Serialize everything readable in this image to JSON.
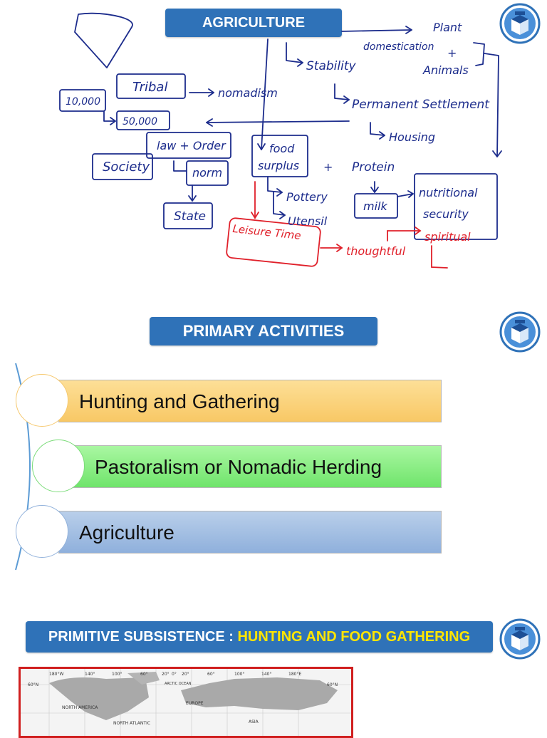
{
  "slide1": {
    "title": "AGRICULTURE",
    "notes": {
      "plant": "Plant",
      "domestication": "domestication",
      "plus1": "+",
      "animals": "Animals",
      "stability": "Stability",
      "permanent_settlement": "Permanent Settlement",
      "housing": "Housing",
      "tribal": "Tribal",
      "nomadism": "nomadism",
      "years_10000": "10,000",
      "years_50000": "50,000",
      "law_order": "law + Order",
      "society": "Society",
      "norm": "norm",
      "state": "State",
      "food_surplus_1": "food",
      "food_surplus_2": "surplus",
      "plus2": "+",
      "protein": "Protein",
      "milk": "milk",
      "nutritional": "nutritional",
      "security": "security",
      "pottery": "Pottery",
      "utensil": "Utensil",
      "leisure_time": "Leisure Time",
      "thoughtful": "thoughtful",
      "spiritual": "spiritual"
    }
  },
  "slide2": {
    "title": "PRIMARY ACTIVITIES",
    "items": [
      {
        "label": "Hunting and Gathering"
      },
      {
        "label": "Pastoralism or Nomadic Herding"
      },
      {
        "label": "Agriculture"
      }
    ]
  },
  "slide3": {
    "title_prefix": "PRIMITIVE SUBSISTENCE : ",
    "title_highlight": "HUNTING AND FOOD GATHERING",
    "map_labels": {
      "lon": [
        "180°W",
        "140°",
        "100°",
        "60°",
        "20°",
        "0°",
        "20°",
        "60°",
        "100°",
        "140°",
        "180°E"
      ],
      "lat_left": "60°N",
      "lat_right": "60°N",
      "arctic": "ARCTIC OCEAN",
      "north_america": "NORTH AMERICA",
      "europe": "EUROPE",
      "asia": "ASIA",
      "north_atlantic": "NORTH ATLANTIC"
    }
  },
  "colors": {
    "title_blue": "#2f72b8",
    "highlight_yellow": "#ffe500",
    "ink_blue": "#1c2c8c",
    "ink_red": "#e0202a",
    "bar_orange": "#f8c865",
    "bar_green": "#6fe46b",
    "bar_blue": "#8fb0dc",
    "map_border": "#d01f1f"
  }
}
